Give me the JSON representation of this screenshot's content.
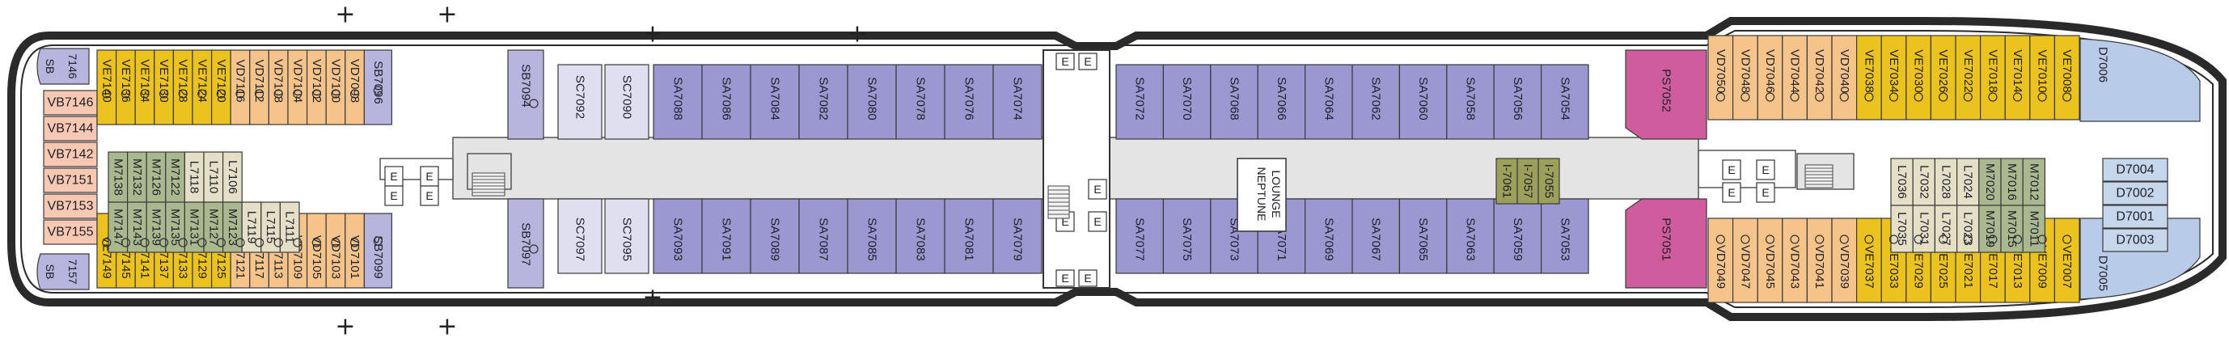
{
  "deck_plan": {
    "lounge_label_line1": "NEPTUNE",
    "lounge_label_line2": "LOUNGE",
    "elevator_label": "E",
    "colors": {
      "hull": "#2a2a2a",
      "deck": "#ffffff",
      "corridor": "#e4e4e4",
      "VB": "#f9c8b3",
      "VE": "#ecc21f",
      "VD": "#f6c48b",
      "M": "#a9b88f",
      "L": "#e5dfc7",
      "SA": "#9a97d1",
      "SC": "#e0dfef",
      "SB": "#b7b4dd",
      "SB_bow": "#b8cbe8",
      "PS": "#cf5d9d",
      "I": "#9da05a",
      "D": "#c6d7ec"
    },
    "stern_sb_top": [
      "SB",
      "7146"
    ],
    "stern_sb_bottom": [
      "SB",
      "7157"
    ],
    "vb_cabins": [
      "VB7146",
      "VB7144",
      "VB7142",
      "VB7151",
      "VB7153",
      "VB7155"
    ],
    "aft_top": [
      "VE7140",
      "VE7136",
      "VE7134",
      "VE7130",
      "VE7128",
      "VE7124",
      "VE7120",
      "VD7116",
      "VD7112",
      "VD7108",
      "VD7104",
      "VD7102",
      "VD7100",
      "VD7098",
      "SB7096"
    ],
    "aft_bottom": [
      "VE7149",
      "VE7145",
      "VE7141",
      "VE7137",
      "VE7133",
      "VE7129",
      "VE7125",
      "VD7121",
      "VD7117",
      "VD7113",
      "VD7109",
      "VD7105",
      "VD7103",
      "VD7101",
      "SB7099"
    ],
    "aft_inner_top": [
      "M7138",
      "M7132",
      "M7126",
      "M7122",
      "L7118",
      "L7110",
      "L7106"
    ],
    "aft_inner_bottom": [
      "M7147",
      "M7143",
      "M7139",
      "M7135",
      "M7131",
      "M7127",
      "M7123",
      "L7119",
      "L7115",
      "L7111"
    ],
    "sb_aft_top": "SB7094",
    "sb_aft_bottom": "SB7097",
    "sc_top": [
      "SC7092",
      "SC7090"
    ],
    "sc_bottom": [
      "SC7097",
      "SC7095"
    ],
    "sa_aft_top": [
      "SA7088",
      "SA7086",
      "SA7084",
      "SA7082",
      "SA7080",
      "SA7078",
      "SA7076",
      "SA7074"
    ],
    "sa_aft_bottom": [
      "SA7093",
      "SA7091",
      "SA7089",
      "SA7087",
      "SA7085",
      "SA7083",
      "SA7081",
      "SA7079"
    ],
    "sa_fwd_top": [
      "SA7072",
      "SA7070",
      "SA7068",
      "SA7066",
      "SA7064",
      "SA7062",
      "SA7060",
      "SA7058",
      "SA7056",
      "SA7054"
    ],
    "sa_fwd_bottom": [
      "SA7077",
      "SA7075",
      "SA7073",
      "SA7071",
      "SA7069",
      "SA7067",
      "SA7065",
      "SA7063",
      "SA7059",
      "SA7053"
    ],
    "i_cabins": [
      "I-7061",
      "I-7057",
      "I-7055"
    ],
    "ps_top": "PS7052",
    "ps_bottom": "PS7051",
    "fwd_top": [
      "VD7050",
      "VD7048",
      "VD7046",
      "VD7044",
      "VD7042",
      "VD7040",
      "VE7038",
      "VE7034",
      "VE7030",
      "VE7026",
      "VE7022",
      "VE7018",
      "VE7014",
      "VE7010",
      "VE7008"
    ],
    "fwd_bottom": [
      "VD7049",
      "VD7047",
      "VD7045",
      "VD7043",
      "VD7041",
      "VD7039",
      "VE7037",
      "VE7033",
      "VE7029",
      "VE7025",
      "VE7021",
      "VE7017",
      "VE7013",
      "VE7009",
      "VE7007"
    ],
    "fwd_inner_top": [
      "L7036",
      "L7032",
      "L7028",
      "L7024",
      "M7020",
      "M7016",
      "M7012"
    ],
    "fwd_inner_bottom": [
      "L7035",
      "L7031",
      "L7027",
      "L7023",
      "M7019",
      "M7015",
      "M7011"
    ],
    "d_top": "D7006",
    "d_bottom": "D7005",
    "d_bow": [
      "D7004",
      "D7002",
      "D7001",
      "D7003"
    ],
    "cross_mark": "+"
  }
}
